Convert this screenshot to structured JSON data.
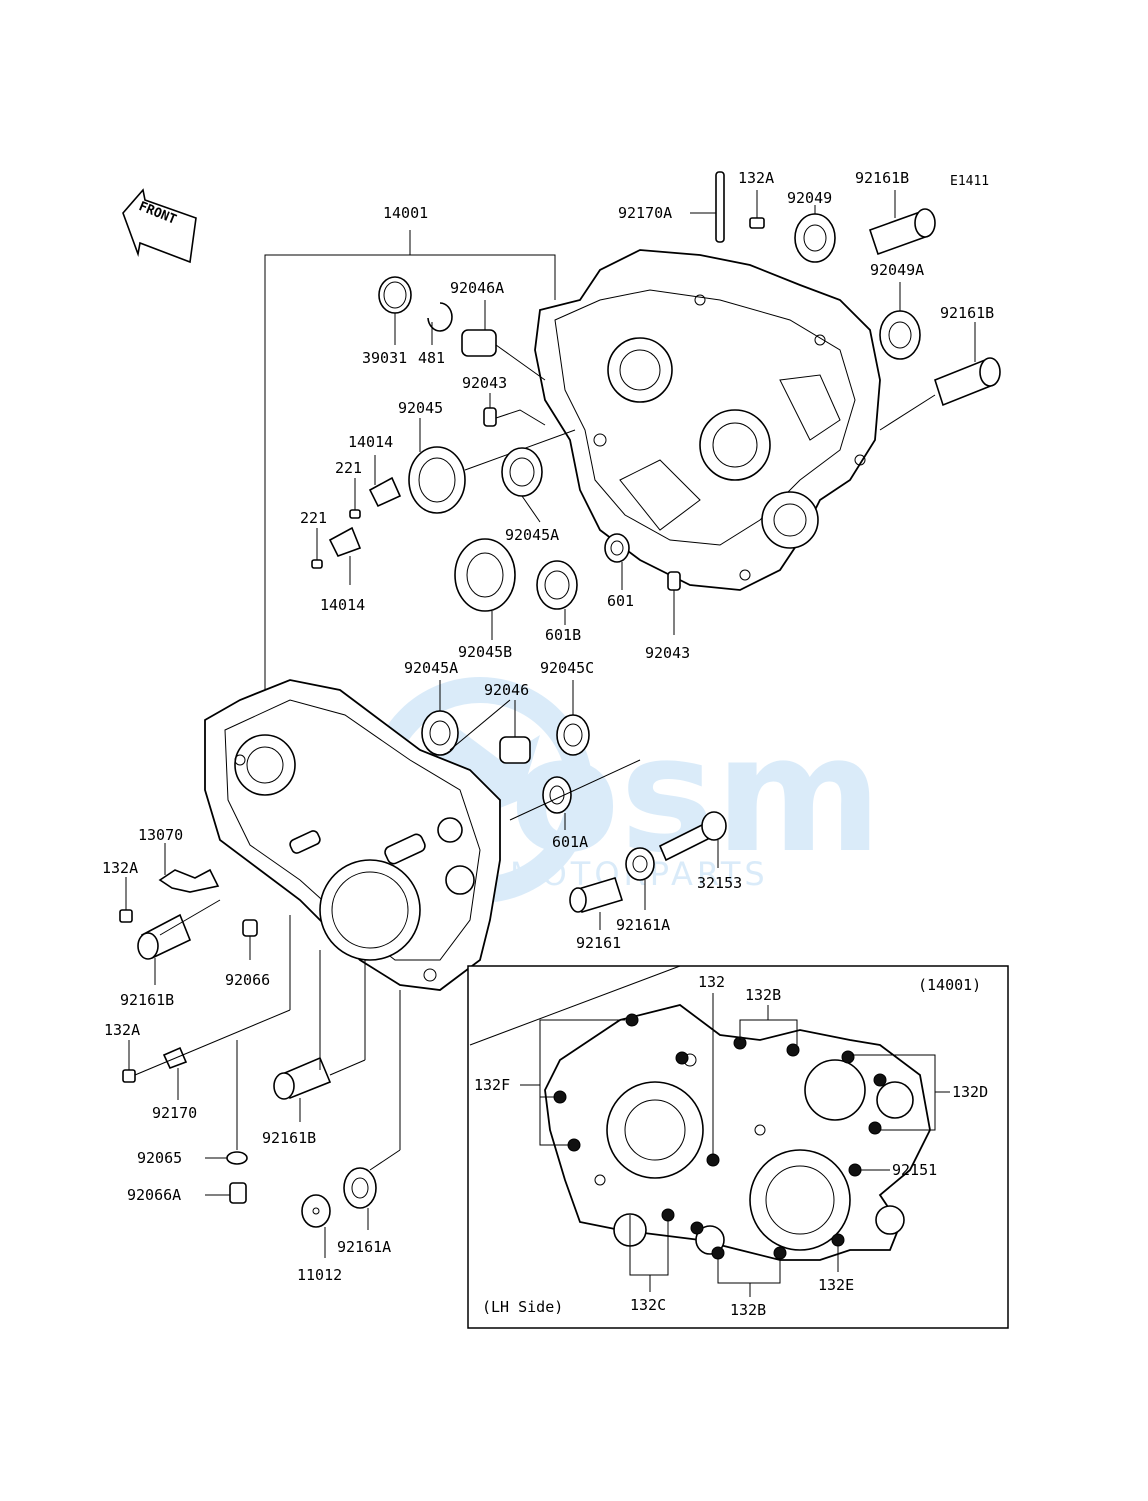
{
  "diagram_code": "E1411",
  "front_label": "FRONT",
  "inset": {
    "ref": "(14001)",
    "side": "(LH Side)"
  },
  "watermark": {
    "brand": "osm",
    "sub": "MOTORPARTS"
  },
  "colors": {
    "line": "#000000",
    "bg": "#ffffff",
    "watermark_blue": "#5aa9e6"
  },
  "labels": {
    "l14001": "14001",
    "l92170A": "92170A",
    "l132A_top": "132A",
    "l92049": "92049",
    "l92161B_top": "92161B",
    "l92046A": "92046A",
    "l92049A": "92049A",
    "l92161B_r": "92161B",
    "l39031": "39031",
    "l481": "481",
    "l92043_a": "92043",
    "l92045": "92045",
    "l14014_a": "14014",
    "l221_a": "221",
    "l221_b": "221",
    "l14014_b": "14014",
    "l92045A_a": "92045A",
    "l601": "601",
    "l92045B": "92045B",
    "l601B": "601B",
    "l92043_b": "92043",
    "l92045A_b": "92045A",
    "l92045C": "92045C",
    "l92046": "92046",
    "l13070": "13070",
    "l132A_l": "132A",
    "l601A": "601A",
    "l32153": "32153",
    "l92161A_a": "92161A",
    "l92161": "92161",
    "l92161B_l": "92161B",
    "l92066": "92066",
    "l132A_b": "132A",
    "l92170": "92170",
    "l92161B_b": "92161B",
    "l92065": "92065",
    "l92066A": "92066A",
    "l92161A_b": "92161A",
    "l11012": "11012",
    "l132": "132",
    "l132B_top": "132B",
    "l132F": "132F",
    "l132D": "132D",
    "l92151": "92151",
    "l132C": "132C",
    "l132B_bot": "132B",
    "l132E": "132E"
  }
}
